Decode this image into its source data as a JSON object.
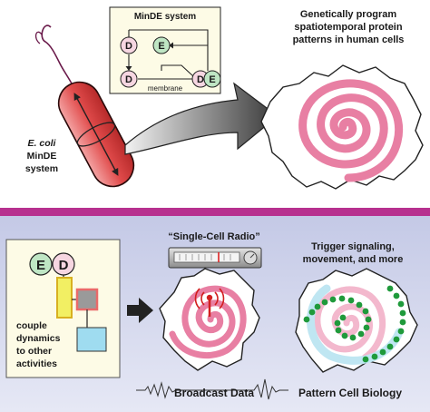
{
  "top": {
    "inset_title": "MinDE system",
    "node_d1": "D",
    "node_e": "E",
    "node_d2": "D",
    "node_de_d": "D",
    "node_de_e": "E",
    "membrane_label": "membrane",
    "ecoli_italic": "E. coli",
    "ecoli_line2": "MinDE",
    "ecoli_line3": "system",
    "goal_lines": [
      "Genetically program",
      "spatiotemporal protein",
      "patterns in human cells"
    ]
  },
  "bottom": {
    "ed_e": "E",
    "ed_d": "D",
    "couple_lines": [
      "couple",
      "dynamics",
      "to other",
      "activities"
    ],
    "radio_title": "“Single-Cell Radio”",
    "broadcast_label": "Broadcast Data",
    "trigger_lines": [
      "Trigger signaling,",
      "movement, and more"
    ],
    "pattern_label": "Pattern Cell Biology"
  },
  "colors": {
    "band": "#b7318f",
    "bottom_bg": "#c9cde8",
    "pink": "#e87fa3",
    "cell_red": "#e14b4b",
    "node_d": "#f6d6e1",
    "node_e": "#bfe6c4",
    "yellow_box": "#f2ef63",
    "gray_box": "#9a9a9a",
    "cyan_box": "#9fdcf0",
    "dot_green": "#1f9a3b"
  }
}
